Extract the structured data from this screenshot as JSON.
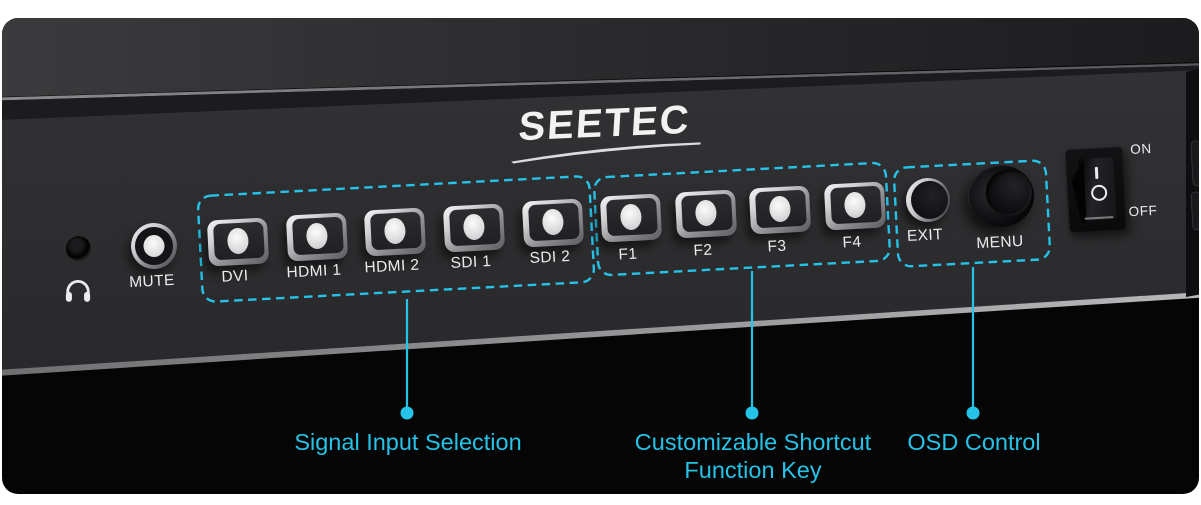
{
  "product": {
    "brand_logo": "SEETEC"
  },
  "controls": {
    "headphone_jack": {
      "icon": "headphones-icon"
    },
    "mute_button": {
      "label": "MUTE"
    },
    "signal_buttons": [
      {
        "label": "DVI"
      },
      {
        "label": "HDMI 1"
      },
      {
        "label": "HDMI 2"
      },
      {
        "label": "SDI 1"
      },
      {
        "label": "SDI 2"
      }
    ],
    "function_buttons": [
      {
        "label": "F1"
      },
      {
        "label": "F2"
      },
      {
        "label": "F3"
      },
      {
        "label": "F4"
      }
    ],
    "exit_button": {
      "label": "EXIT"
    },
    "menu_knob": {
      "label": "MENU"
    },
    "power_switch": {
      "on_label": "ON",
      "off_label": "OFF",
      "on_position_symbol": "I",
      "off_position_symbol": "O"
    }
  },
  "annotations": {
    "accent_color": "#25C3E8",
    "groups": [
      {
        "name": "signal-input-group",
        "label": "Signal Input Selection"
      },
      {
        "name": "function-key-group",
        "label": "Customizable Shortcut",
        "label_line2": "Function Key"
      },
      {
        "name": "osd-control-group",
        "label": "OSD Control"
      }
    ]
  },
  "colors": {
    "photo_background": "#050505",
    "panel_face": "#2c2c2e",
    "label_print": "#ececee"
  }
}
